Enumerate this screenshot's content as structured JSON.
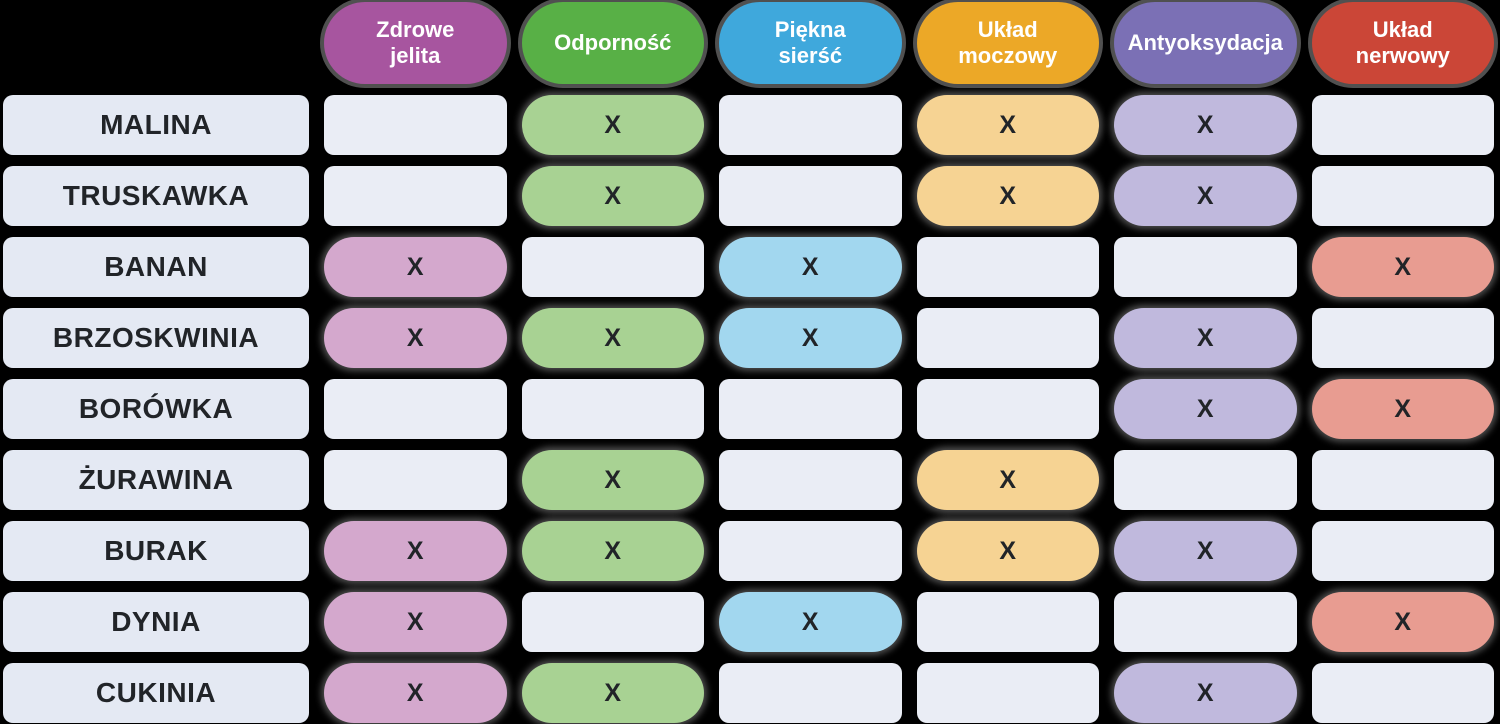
{
  "chart_data": {
    "type": "table",
    "title": "",
    "mark_symbol": "X",
    "columns": [
      {
        "label": "Zdrowe\njelita",
        "header_color": "#a7559f",
        "mark_color": "#d4a8cd"
      },
      {
        "label": "Odporność",
        "header_color": "#58b046",
        "mark_color": "#a8d293"
      },
      {
        "label": "Piękna\nsierść",
        "header_color": "#3fa8dc",
        "mark_color": "#a2d7ef"
      },
      {
        "label": "Układ\nmoczowy",
        "header_color": "#eca827",
        "mark_color": "#f6d393"
      },
      {
        "label": "Antyoksydacja",
        "header_color": "#7b70b5",
        "mark_color": "#c0b9dd"
      },
      {
        "label": "Układ\nnerwowy",
        "header_color": "#cb4637",
        "mark_color": "#e89c91"
      }
    ],
    "rows": [
      {
        "label": "MALINA",
        "marks": [
          0,
          1,
          0,
          1,
          1,
          0
        ]
      },
      {
        "label": "TRUSKAWKA",
        "marks": [
          0,
          1,
          0,
          1,
          1,
          0
        ]
      },
      {
        "label": "BANAN",
        "marks": [
          1,
          0,
          1,
          0,
          0,
          1
        ]
      },
      {
        "label": "BRZOSKWINIA",
        "marks": [
          1,
          1,
          1,
          0,
          1,
          0
        ]
      },
      {
        "label": "BORÓWKA",
        "marks": [
          0,
          0,
          0,
          0,
          1,
          1
        ]
      },
      {
        "label": "ŻURAWINA",
        "marks": [
          0,
          1,
          0,
          1,
          0,
          0
        ]
      },
      {
        "label": "BURAK",
        "marks": [
          1,
          1,
          0,
          1,
          1,
          0
        ]
      },
      {
        "label": "DYNIA",
        "marks": [
          1,
          0,
          1,
          0,
          0,
          1
        ]
      },
      {
        "label": "CUKINIA",
        "marks": [
          1,
          1,
          0,
          0,
          1,
          0
        ]
      }
    ]
  },
  "ui": {
    "background": "#000000",
    "row_label_cell_color": "#e4e9f3",
    "empty_cell_color": "#eaedf5",
    "text_dark": "#212428",
    "header_text_color": "#ffffff"
  }
}
